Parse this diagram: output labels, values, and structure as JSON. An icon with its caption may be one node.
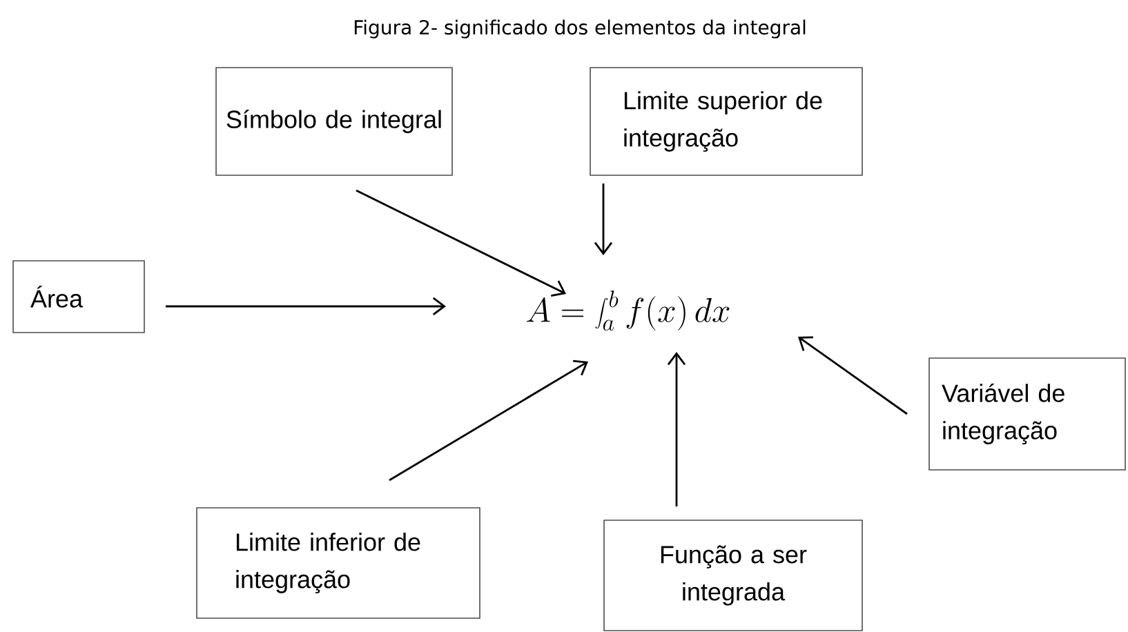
{
  "diagram": {
    "title": "Figura 2- significado dos elementos da integral",
    "nodes": [
      {
        "text": [
          "Símbolo de integral"
        ]
      },
      {
        "text": [
          "Limite superior de integração"
        ]
      },
      {
        "text": [
          "Área"
        ]
      },
      {
        "text": [
          "A = \\int_a^b f(x)\\, dx"
        ]
      },
      {
        "text": [
          "Variável de integração"
        ]
      },
      {
        "text": [
          "Limite inferior de integração"
        ]
      },
      {
        "text": [
          "Função a ser integrada"
        ]
      }
    ],
    "edges": [
      {
        "from": 0,
        "to": 3,
        "arrow": "to"
      },
      {
        "from": 1,
        "to": 3,
        "arrow": "to"
      },
      {
        "from": 2,
        "to": 3,
        "arrow": "to"
      },
      {
        "from": 4,
        "to": 3,
        "arrow": "to"
      },
      {
        "from": 5,
        "to": 3,
        "arrow": "to"
      },
      {
        "from": 6,
        "to": 3,
        "arrow": "to"
      }
    ]
  }
}
